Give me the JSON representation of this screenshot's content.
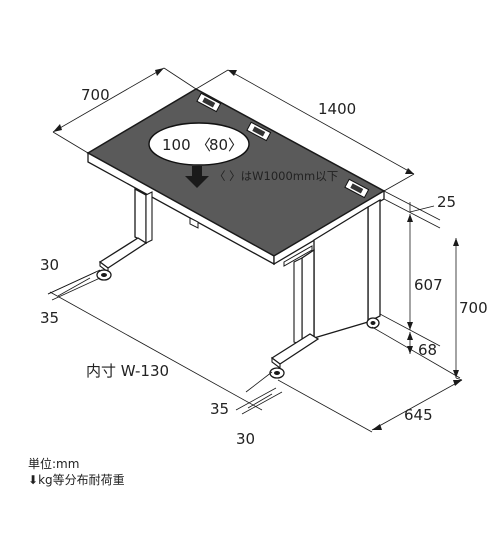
{
  "dimensions": {
    "depth": "700",
    "width": "1400",
    "top_thickness": "25",
    "apron_height": "607",
    "total_height": "700",
    "lower_gap": "68",
    "leg_depth": "645",
    "inner_width": "内寸 W-130",
    "left_offset_a": "30",
    "left_offset_b": "35",
    "right_offset_a": "35",
    "right_offset_b": "30"
  },
  "load": {
    "value": "100",
    "alt_value": "80",
    "note": "〈 〉はW1000mm以下"
  },
  "legend": {
    "unit": "単位:mm",
    "arrow": "⬇",
    "load_label": "kg等分布耐荷重"
  },
  "colors": {
    "top_fill": "#4a4a4a",
    "line": "#1a1a1a"
  }
}
